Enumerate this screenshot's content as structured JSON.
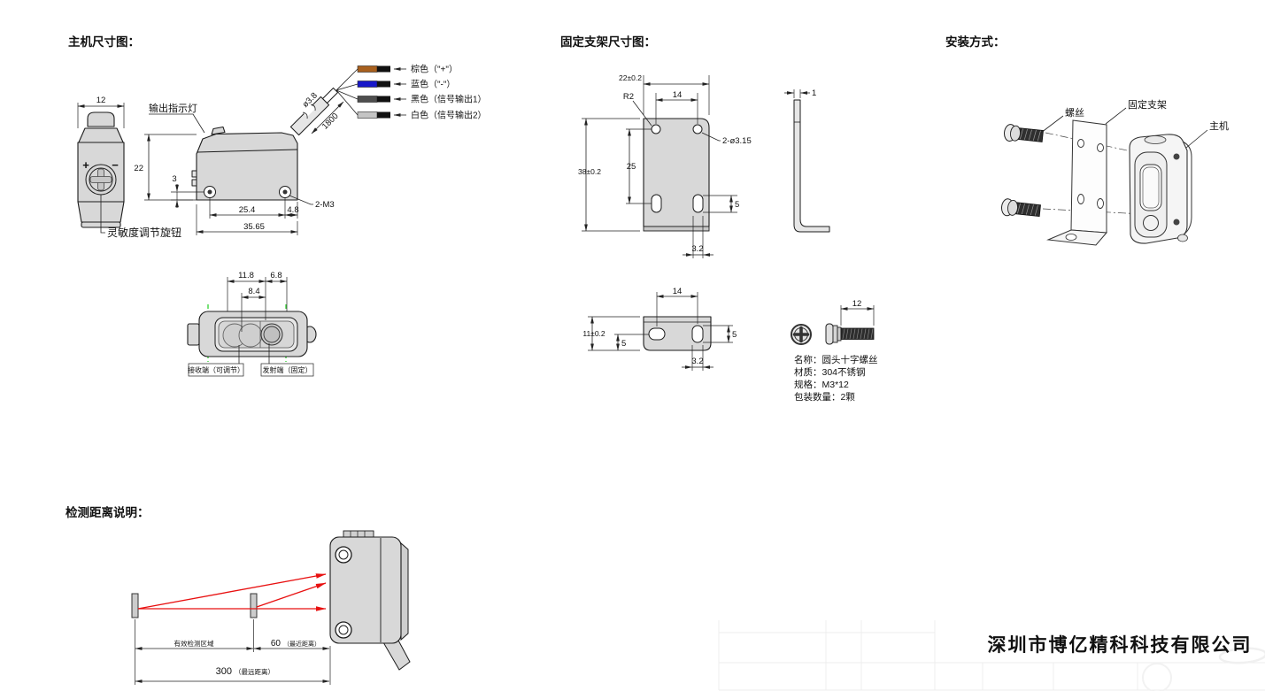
{
  "sections": {
    "main_unit_title": "主机尺寸图：",
    "bracket_title": "固定支架尺寸图：",
    "install_title": "安装方式：",
    "detection_title": "检测距离说明："
  },
  "colors": {
    "beam": "#e81010",
    "guide": "#1ecf1e"
  },
  "main_unit": {
    "side_view": {
      "width": "12",
      "plus": "+",
      "minus": "−",
      "knob_label": "灵敏度调节旋钮"
    },
    "front_view": {
      "indicator_label": "输出指示灯",
      "height": "22",
      "hole_to_bottom": "3",
      "hole_spacing": "25.4",
      "hole_to_edge": "4.8",
      "total_width": "35.65",
      "thread": "2-M3",
      "cable_diameter": "ø3.8",
      "cable_length": "1800"
    },
    "wires": [
      {
        "name": "brown",
        "hex": "#a8601e",
        "label": "棕色（\"+\"）"
      },
      {
        "name": "blue",
        "hex": "#1717c9",
        "label": "蓝色（\"-\"）"
      },
      {
        "name": "black",
        "hex": "#4e4e4e",
        "label": "黑色（信号输出1）"
      },
      {
        "name": "white",
        "hex": "#c4c4c4",
        "label": "白色（信号输出2）"
      }
    ],
    "bottom_view": {
      "span_total": "11.8",
      "span_right": "6.8",
      "span_center": "8.4",
      "receiver_label": "接收端（可调节）",
      "emitter_label": "发射端（固定）"
    }
  },
  "bracket": {
    "front_view": {
      "width": "22±0.2",
      "hole_spacing": "14",
      "corner_radius": "R2",
      "hole_spec": "2-ø3.15",
      "height": "38±0.2",
      "hole_to_slot": "25",
      "slot_height": "5",
      "slot_width": "3.2"
    },
    "side_view": {
      "thickness": "1"
    },
    "bottom_view": {
      "hole_spacing": "14",
      "depth": "11±0.2",
      "slot_offset_left": "5",
      "slot_offset_right": "5",
      "slot_width": "3.2"
    }
  },
  "screw": {
    "length": "12",
    "name": "名称：圆头十字螺丝",
    "material": "材质：304不锈钢",
    "spec": "规格：M3*12",
    "quantity": "包装数量：2颗"
  },
  "installation": {
    "screw_label": "螺丝",
    "bracket_label": "固定支架",
    "unit_label": "主机"
  },
  "detection": {
    "zone_label": "有效检测区域",
    "near_value": "60",
    "near_note": "（最近距离）",
    "far_value": "300",
    "far_note": "（最远距离）"
  },
  "watermark": {
    "company": "深圳市博亿精科科技有限公司"
  }
}
